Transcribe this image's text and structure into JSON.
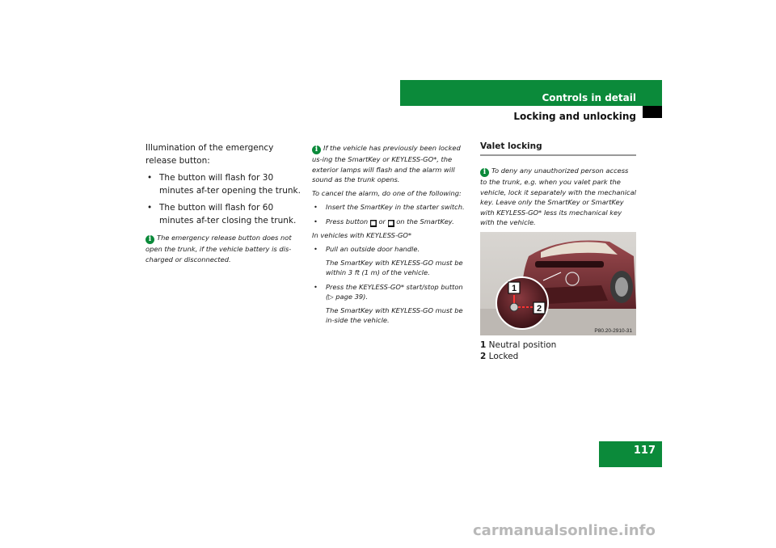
{
  "header": {
    "section_title": "Controls in detail",
    "subsection_title": "Locking and unlocking"
  },
  "page_number": "117",
  "left_column": {
    "intro": "Illumination of the emergency release button:",
    "bullets": [
      "The button will flash for 30 minutes af-ter opening the trunk.",
      "The button will flash for 60 minutes af-ter closing the trunk."
    ],
    "note": "The emergency release button does not open the trunk, if the vehicle battery is dis-charged or disconnected."
  },
  "middle_column": {
    "note_intro": "If the vehicle has previously been locked us-ing the SmartKey or KEYLESS-GO*, the exterior lamps will flash and the alarm will sound as the trunk opens.",
    "cancel_intro": "To cancel the alarm, do one of the following:",
    "bullet_1": "Insert the SmartKey in the starter switch.",
    "bullet_2_prefix": "Press button",
    "bullet_2_or": "or",
    "bullet_2_suffix": "on the SmartKey.",
    "keyless_intro": "In vehicles with KEYLESS-GO*",
    "bullet_3": "Pull an outside door handle.",
    "bullet_3_sub": "The SmartKey with KEYLESS-GO must be within 3 ft (1 m) of the vehicle.",
    "bullet_4": "Press the KEYLESS-GO* start/stop button (▷ page 39).",
    "bullet_4_sub": "The SmartKey with KEYLESS-GO must be in-side the vehicle."
  },
  "right_column": {
    "title": "Valet locking",
    "note": "To deny any unauthorized person access to the trunk, e.g. when you valet park the vehicle, lock it separately with the mechanical key. Leave only the SmartKey or SmartKey with KEYLESS-GO* less its mechanical key with the vehicle.",
    "photo_code": "P80.20-2910-31",
    "callout_1": "1",
    "callout_2": "2",
    "captions": [
      {
        "num": "1",
        "text": "Neutral position"
      },
      {
        "num": "2",
        "text": "Locked"
      }
    ]
  },
  "footer": "carmanualsonline.info",
  "colors": {
    "accent": "#0b8a3a"
  }
}
